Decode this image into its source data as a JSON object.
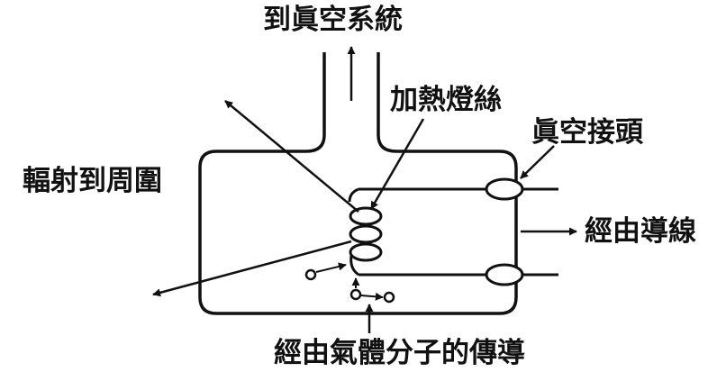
{
  "labels": {
    "to_vacuum_system": "到眞空系統",
    "heating_filament": "加熱燈絲",
    "vacuum_connector": "眞空接頭",
    "radiation_to_surroundings": "輻射到周圍",
    "via_wires": "經由導線",
    "via_gas_conduction": "經由氣體分子的傳導"
  },
  "colors": {
    "line": "#111111",
    "background": "#ffffff"
  }
}
